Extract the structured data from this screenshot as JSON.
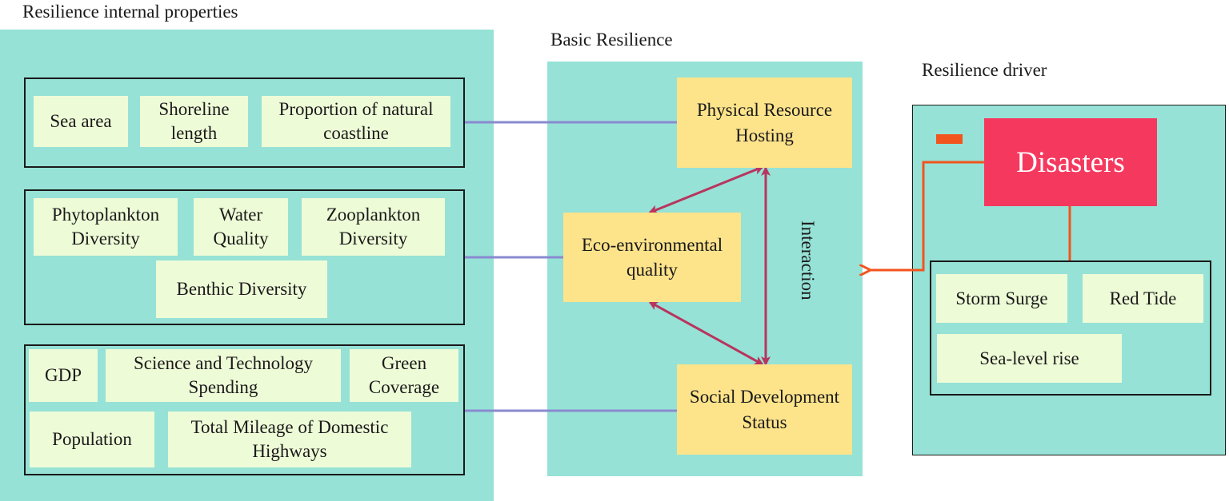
{
  "headings": {
    "internal": "Resilience internal properties",
    "basic": "Basic Resilience",
    "driver": "Resilience driver"
  },
  "physical_group": {
    "sea_area": "Sea area",
    "shoreline": "Shoreline length",
    "natural_coastline": "Proportion of natural coastline"
  },
  "eco_group": {
    "phytoplankton": "Phytoplankton Diversity",
    "water_quality": "Water Quality",
    "zooplankton": "Zooplankton Diversity",
    "benthic": "Benthic Diversity"
  },
  "social_group": {
    "gdp": "GDP",
    "science_spending": "Science and Technology Spending",
    "green_coverage": "Green Coverage",
    "population": "Population",
    "highways": "Total Mileage of Domestic Highways"
  },
  "core": {
    "physical": "Physical Resource Hosting",
    "eco": "Eco-environmental quality",
    "social": "Social Development Status",
    "interaction": "Interaction"
  },
  "driver": {
    "disasters": "Disasters",
    "storm_surge": "Storm Surge",
    "red_tide": "Red Tide",
    "sea_level": "Sea-level rise"
  },
  "colors": {
    "panel": "#96e2d6",
    "item": "#eefbd7",
    "core": "#fde38a",
    "disaster": "#f5395e",
    "connector": "#8a8ad0",
    "interaction_arrow": "#b8355e",
    "driver_arrow": "#f2541e"
  }
}
